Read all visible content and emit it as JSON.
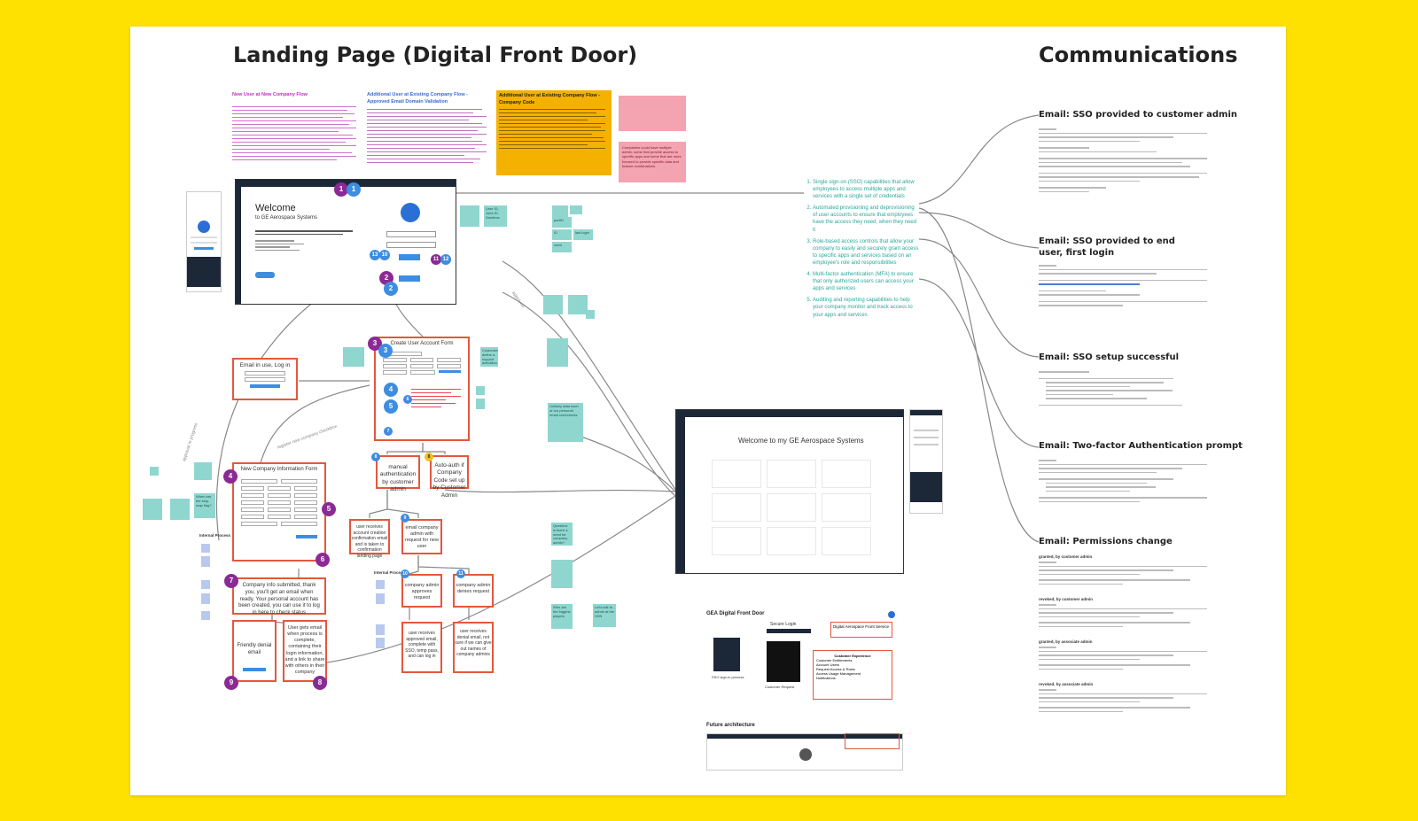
{
  "board": {
    "background": "#FFE100"
  },
  "headings": {
    "landing": "Landing Page (Digital Front Door)",
    "communications": "Communications"
  },
  "flows": {
    "new_user": "New User at New Company Flow",
    "additional_domain": "Additional User at Existing Company Flow - Approved Email Domain Validation",
    "additional_code": "Additional User at Existing Company Flow - Company Code"
  },
  "pink_notes": [
    "Companies could have multiple admin, some that provide access to specific apps and some that are more focused to provide specific data and feature combinations."
  ],
  "welcome_screen": {
    "title": "Welcome",
    "subtitle": "to GE Aerospace Systems"
  },
  "benefits": [
    "Single sign-on (SSO) capabilities that allow employees to access multiple apps and services with a single set of credentials",
    "Automated provisioning and deprovisioning of user accounts to ensure that employees have the access they need, when they need it",
    "Role-based access controls that allow your company to easily and securely grant access to specific apps and services based on an employee's role and responsibilities",
    "Multi-factor authentication (MFA) to ensure that only authorized users can access your apps and services",
    "Auditing and reporting capabilities to help your company monitor and track access to your apps and services"
  ],
  "flow_boxes": {
    "email_in_use": "Email in use, Log in",
    "create_account": "Create User Account Form",
    "company_info": "New Company Information Form",
    "manual_auth": "manual authentication by customer admin",
    "auto_auth": "Auto-auth if Company Code set up by Customer Admin",
    "submitted": "Company info submitted, thank you, you'll get an email when ready. Your personal account has been created, you can use it to log in here to check status",
    "friendly_denial": "Friendly denial email",
    "user_gets_email": "User gets email when process is complete, containing their login information, and a link to share with others in their company",
    "confirmation": "user receives account creation confirmation email and is taken to confirmation landing page",
    "email_admin": "email company admin with request for new user",
    "admin_approves": "company admin approves request",
    "admin_denies": "company admin denies request",
    "approved_email": "user receives approved email, complete with SSO, temp pass, and can log in",
    "denial_email": "user receives denial email, not sure if we can give out names of company admins"
  },
  "connector_labels": {
    "approval_progress": "approval in progress",
    "register_checkbox": "register new company checkbox",
    "approved": "approved"
  },
  "internal_process": "Internal Process",
  "badges": {
    "purple": [
      "1",
      "2",
      "3",
      "4",
      "5",
      "6",
      "7",
      "8",
      "9"
    ],
    "blue": [
      "1",
      "2",
      "3",
      "4",
      "5",
      "6",
      "7",
      "8",
      "9",
      "10",
      "11",
      "12",
      "13"
    ],
    "yellow": [
      "8"
    ]
  },
  "stickies": [
    "User ID, Joint ID, Sandbox",
    "partID",
    "ID",
    "last login",
    "need",
    "When are the stop-map flag?",
    "Let's talk to admin at the XDN",
    "Who are the biggest players",
    "Unlikely data each of our personal email correctness",
    "Question: is there a need for company admin?",
    "Customers define a support activation"
  ],
  "dashboard": {
    "title": "Welcome to my GE Aerospace Systems"
  },
  "sea_diagram": {
    "title": "GEA Digital Front Door",
    "secure_login": "Secure Login",
    "digital_services": "Digital Aerospace Front Service",
    "customer_experience": "Customer Experience",
    "customer_request": "Customer Request",
    "sso_process": "SSO sign-in process",
    "features": [
      "Customer Entitlements",
      "Account Users",
      "Request Access & Roles",
      "Access Usage Management",
      "Notifications"
    ],
    "future": "Future architecture"
  },
  "emails": [
    {
      "title": "Email: SSO provided to customer admin"
    },
    {
      "title": "Email: SSO provided to end user, first login"
    },
    {
      "title": "Email: SSO setup successful"
    },
    {
      "title": "Email: Two-factor Authentication prompt"
    },
    {
      "title": "Email: Permissions change"
    }
  ],
  "permission_sections": [
    "granted, by customer admin",
    "revoked, by customer admin",
    "granted, by associate admin",
    "revoked, by associate admin"
  ],
  "colors": {
    "accent_red": "#e4573d",
    "purple_badge": "#8b2a94",
    "blue_badge": "#3d8de0",
    "sticky_teal": "#8fd6cf",
    "pink_note": "#f4a3b0",
    "orange_note": "#f5b100"
  }
}
